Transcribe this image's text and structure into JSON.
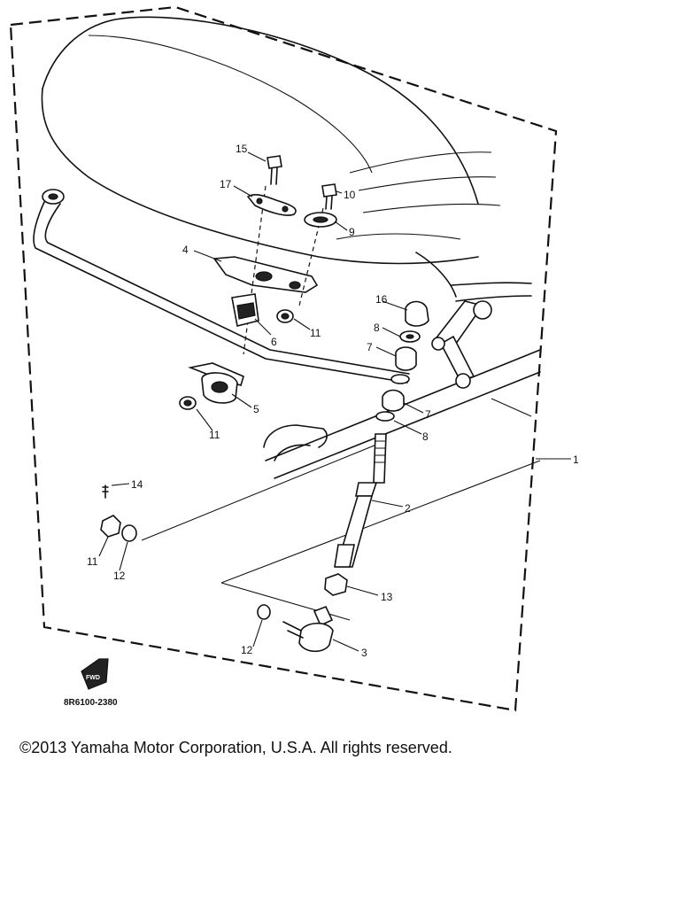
{
  "diagram": {
    "part_callouts": [
      "1",
      "2",
      "3",
      "4",
      "5",
      "6",
      "7",
      "7",
      "8",
      "8",
      "9",
      "10",
      "11",
      "11",
      "11",
      "12",
      "12",
      "13",
      "14",
      "15",
      "16",
      "17"
    ],
    "figure_code": "8R6100-2380",
    "front_icon_label": "FWD"
  },
  "footer": {
    "copyright": "©2013 Yamaha Motor Corporation, U.S.A. All rights reserved."
  }
}
